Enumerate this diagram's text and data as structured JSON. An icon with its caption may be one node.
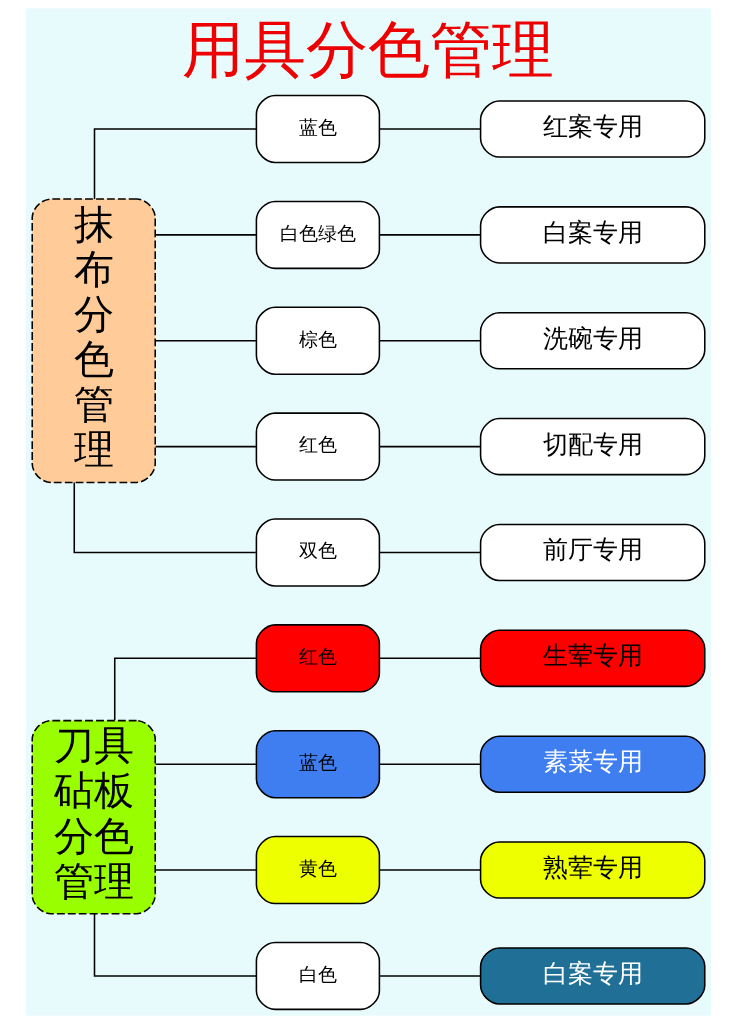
{
  "diagram": {
    "title": "用具分色管理",
    "nodes": [
      {
        "text": [
          "刀具砧板分色管理"
        ]
      },
      {
        "text": [
          "红色"
        ]
      },
      {
        "text": [
          "生荤专用"
        ]
      },
      {
        "text": [
          "蓝色"
        ]
      },
      {
        "text": [
          "素菜专用"
        ]
      },
      {
        "text": [
          "黄色"
        ]
      },
      {
        "text": [
          "熟荤专用"
        ]
      },
      {
        "text": [
          "白色"
        ]
      },
      {
        "text": [
          "白案专用"
        ]
      },
      {
        "text": [
          "抹布分色管理"
        ]
      },
      {
        "text": [
          "蓝色"
        ]
      },
      {
        "text": [
          "红案专用"
        ]
      },
      {
        "text": [
          "白色绿色"
        ]
      },
      {
        "text": [
          "白案专用"
        ]
      },
      {
        "text": [
          "棕色"
        ]
      },
      {
        "text": [
          "洗碗专用"
        ]
      },
      {
        "text": [
          "红色"
        ]
      },
      {
        "text": [
          "切配专用"
        ]
      },
      {
        "text": [
          "双色"
        ]
      },
      {
        "text": [
          "前厅专用"
        ]
      }
    ],
    "edges": [
      {
        "from": 0,
        "to": 1,
        "arrow": "none"
      },
      {
        "from": 0,
        "to": 3,
        "arrow": "none"
      },
      {
        "from": 0,
        "to": 5,
        "arrow": "none"
      },
      {
        "from": 0,
        "to": 7,
        "arrow": "none"
      },
      {
        "from": 1,
        "to": 2,
        "arrow": "none"
      },
      {
        "from": 3,
        "to": 4,
        "arrow": "none"
      },
      {
        "from": 5,
        "to": 6,
        "arrow": "none"
      },
      {
        "from": 7,
        "to": 8,
        "arrow": "none"
      },
      {
        "from": 9,
        "to": 10,
        "arrow": "none"
      },
      {
        "from": 9,
        "to": 12,
        "arrow": "none"
      },
      {
        "from": 9,
        "to": 14,
        "arrow": "none"
      },
      {
        "from": 9,
        "to": 16,
        "arrow": "none"
      },
      {
        "from": 9,
        "to": 18,
        "arrow": "none"
      },
      {
        "from": 10,
        "to": 11,
        "arrow": "none"
      },
      {
        "from": 12,
        "to": 13,
        "arrow": "none"
      },
      {
        "from": 14,
        "to": 15,
        "arrow": "none"
      },
      {
        "from": 16,
        "to": 17,
        "arrow": "none"
      },
      {
        "from": 18,
        "to": 19,
        "arrow": "none"
      }
    ]
  }
}
